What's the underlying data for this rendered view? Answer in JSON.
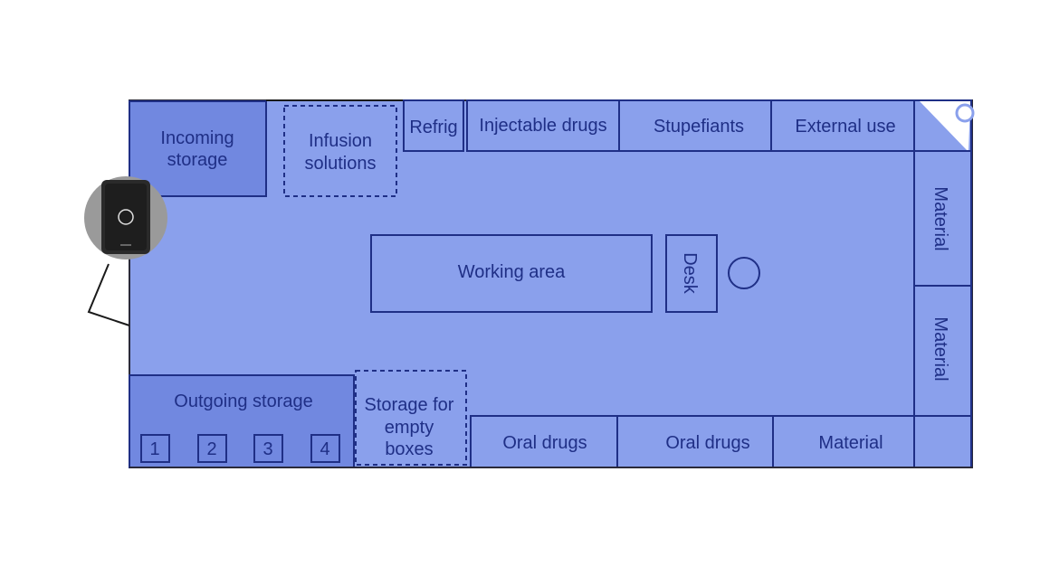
{
  "rooms": {
    "incoming_storage": [
      "Incoming",
      "storage"
    ],
    "infusion_solutions": [
      "Infusion",
      "solutions"
    ],
    "refrig": "Refrig",
    "injectable_drugs": "Injectable drugs",
    "stupefiants": "Stupefiants",
    "external_use": "External use",
    "material_right_top": "Material",
    "material_right_bottom": "Material",
    "working_area": "Working area",
    "desk": "Desk",
    "outgoing_storage": "Outgoing storage",
    "bins": [
      "1",
      "2",
      "3",
      "4"
    ],
    "storage_empty_boxes": [
      "Storage for",
      "empty",
      "boxes"
    ],
    "oral_drugs_1": "Oral drugs",
    "oral_drugs_2": "Oral drugs",
    "material_bottom": "Material"
  },
  "colors": {
    "floor": "#8aa0ec",
    "zone_dark": "#7188e0",
    "line": "#1f2f86",
    "device_body": "#2a2a2a"
  },
  "icons": {
    "scanner": "card-reader-device-icon",
    "stool": "circle-stool-icon"
  }
}
